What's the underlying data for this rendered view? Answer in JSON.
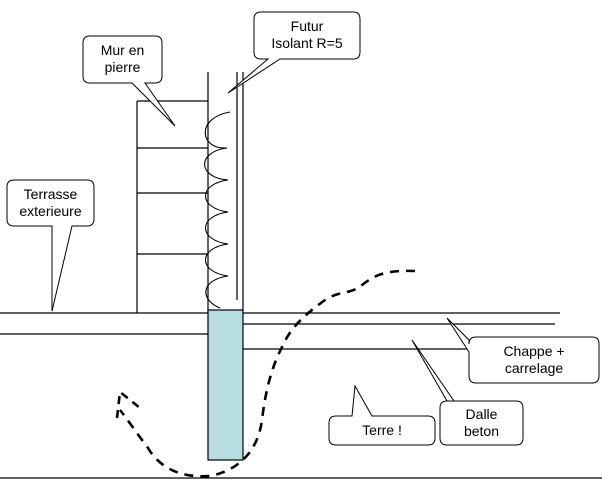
{
  "diagram": {
    "labels": {
      "stone_wall": [
        "Mur en",
        "pierre"
      ],
      "insulation": [
        "Futur",
        "Isolant R=5"
      ],
      "terrace": [
        "Terrasse",
        "exterieure"
      ],
      "screed": [
        "Chappe +",
        "carrelage"
      ],
      "slab": [
        "Dalle",
        "beton"
      ],
      "earth": [
        "Terre !"
      ]
    },
    "colors": {
      "stroke": "#000000",
      "foundation_fill": "#b7dde0",
      "background": "#ffffff"
    }
  }
}
